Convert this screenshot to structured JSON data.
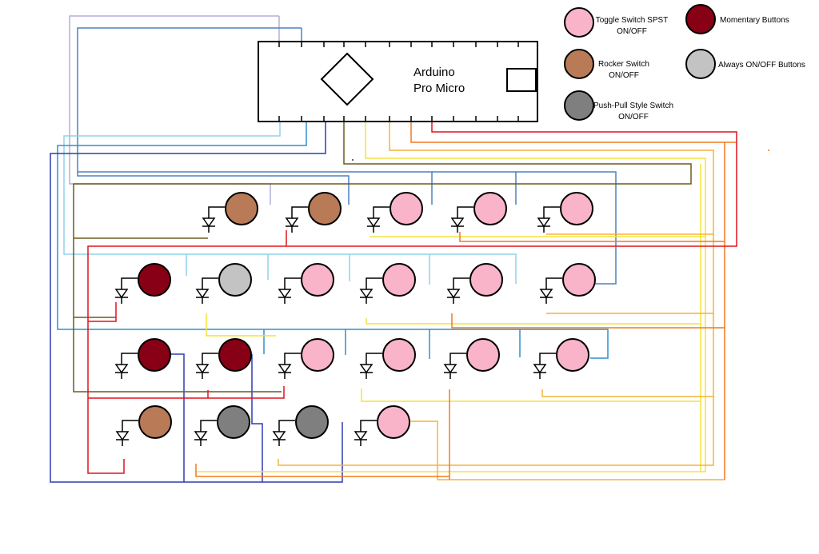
{
  "board": {
    "label_line1": "Arduino",
    "label_line2": "Pro Micro"
  },
  "legend": [
    {
      "key": "toggle",
      "line1": "Toggle Switch SPST",
      "line2": "ON/OFF",
      "color": "#f9b4c9"
    },
    {
      "key": "momentary",
      "line1": "Momentary Buttons",
      "line2": "",
      "color": "#880015"
    },
    {
      "key": "rocker",
      "line1": "Rocker Switch",
      "line2": "ON/OFF",
      "color": "#b97a57"
    },
    {
      "key": "always",
      "line1": "Always ON/OFF Buttons",
      "line2": "",
      "color": "#c3c3c3"
    },
    {
      "key": "pushpull",
      "line1": "Push-Pull Style Switch",
      "line2": "ON/OFF",
      "color": "#7f7f7f"
    }
  ],
  "switch_rows": [
    [
      "rocker",
      "rocker",
      "toggle",
      "toggle",
      "toggle"
    ],
    [
      "momentary",
      "always",
      "toggle",
      "toggle",
      "toggle",
      "toggle"
    ],
    [
      "momentary",
      "momentary",
      "toggle",
      "toggle",
      "toggle",
      "toggle"
    ],
    [
      "rocker",
      "pushpull",
      "pushpull",
      "toggle"
    ]
  ],
  "wire_colors": {
    "lavender": "#b4aedc",
    "steel_blue": "#4f81bd",
    "light_blue": "#8fd3e8",
    "blue": "#2f8fd0",
    "navy": "#2d3db0",
    "brown": "#6b5a1e",
    "yellow": "#f5e23a",
    "light_orange": "#f7b23a",
    "orange": "#f07a1e",
    "red": "#e0141e"
  }
}
